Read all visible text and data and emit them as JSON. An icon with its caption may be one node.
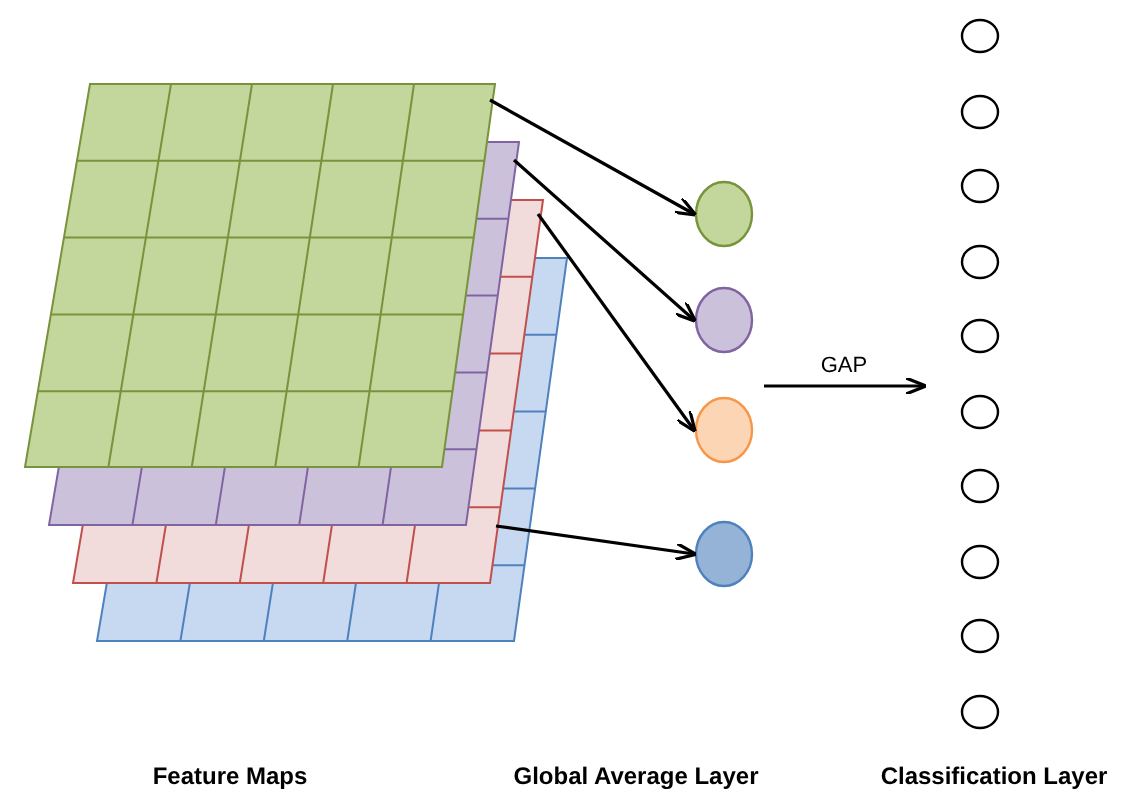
{
  "diagram": {
    "nodes": [
      {
        "text": [
          "Feature Maps"
        ]
      },
      {
        "text": [],
        "shape": "picture",
        "in": 0
      },
      {
        "text": [],
        "shape": "picture",
        "in": 0
      },
      {
        "text": [],
        "shape": "picture",
        "in": 0
      },
      {
        "text": [],
        "shape": "picture",
        "in": 0
      },
      {
        "text": [
          "Global Average Layer"
        ]
      },
      {
        "text": [],
        "shape": "circle",
        "in": 5
      },
      {
        "text": [],
        "shape": "circle",
        "in": 5
      },
      {
        "text": [],
        "shape": "circle",
        "in": 5
      },
      {
        "text": [],
        "shape": "circle",
        "in": 5
      },
      {
        "text": [
          "Classification Layer"
        ]
      },
      {
        "text": [],
        "shape": "circle",
        "in": 10
      },
      {
        "text": [],
        "shape": "circle",
        "in": 10
      },
      {
        "text": [],
        "shape": "circle",
        "in": 10
      },
      {
        "text": [],
        "shape": "circle",
        "in": 10
      },
      {
        "text": [],
        "shape": "circle",
        "in": 10
      },
      {
        "text": [],
        "shape": "circle",
        "in": 10
      },
      {
        "text": [],
        "shape": "circle",
        "in": 10
      },
      {
        "text": [],
        "shape": "circle",
        "in": 10
      },
      {
        "text": [],
        "shape": "circle",
        "in": 10
      },
      {
        "text": [],
        "shape": "circle",
        "in": 10
      }
    ],
    "edges": [
      {
        "from": 1,
        "to": 6,
        "arrow": "to"
      },
      {
        "from": 2,
        "to": 7,
        "arrow": "to"
      },
      {
        "from": 3,
        "to": 8,
        "arrow": "to"
      },
      {
        "from": 4,
        "to": 9,
        "arrow": "to"
      },
      {
        "from": 5,
        "to": 10,
        "label": "GAP",
        "arrow": "to"
      }
    ]
  }
}
